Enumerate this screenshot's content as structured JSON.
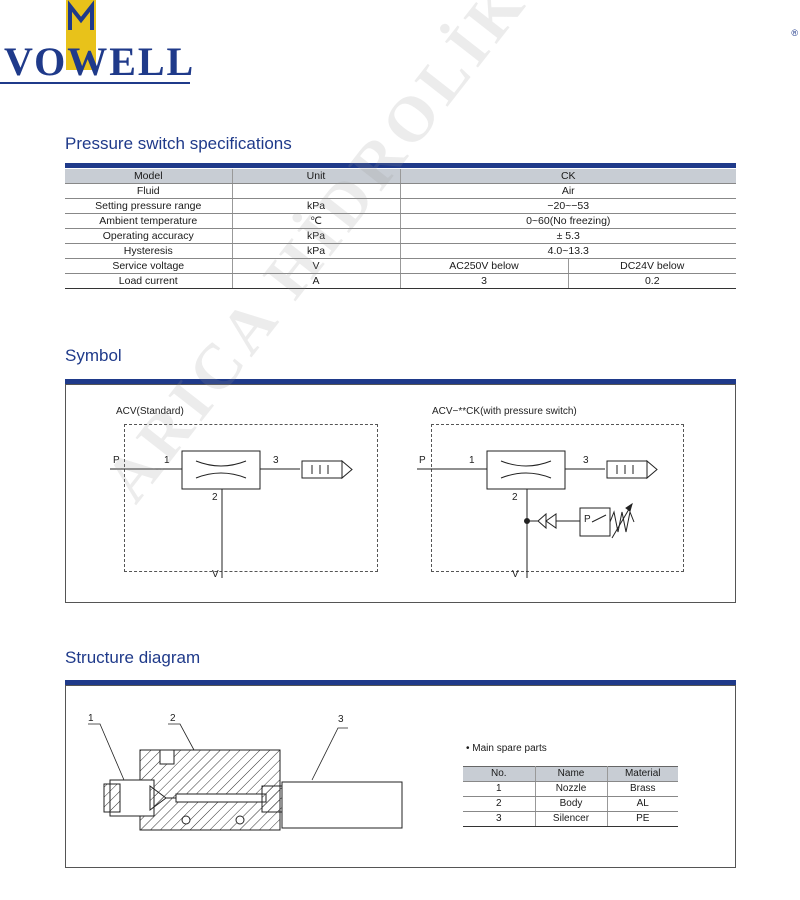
{
  "brand": {
    "logo_text": "VOWELL",
    "logo_mark": "M",
    "registered": "®",
    "accent_color": "#1f3a8a",
    "mark_color": "#e8c21a"
  },
  "sections": {
    "spec_title": "Pressure switch specifications",
    "symbol_title": "Symbol",
    "structure_title": "Structure diagram"
  },
  "spec_table": {
    "headers": [
      "Model",
      "Unit",
      "CK"
    ],
    "rows": [
      {
        "label": "Fluid",
        "unit": "",
        "value": "Air"
      },
      {
        "label": "Setting pressure range",
        "unit": "kPa",
        "value": "−20~−53"
      },
      {
        "label": "Ambient temperature",
        "unit": "℃",
        "value": "0~60(No freezing)"
      },
      {
        "label": "Operating accuracy",
        "unit": "kPa",
        "value": "± 5.3"
      },
      {
        "label": "Hysteresis",
        "unit": "kPa",
        "value": "4.0~13.3"
      },
      {
        "label": "Service voltage",
        "unit": "V",
        "value_a": "AC250V below",
        "value_b": "DC24V below"
      },
      {
        "label": "Load current",
        "unit": "A",
        "value_a": "3",
        "value_b": "0.2"
      }
    ]
  },
  "symbol": {
    "left_caption": "ACV(Standard)",
    "right_caption": "ACV−**CK(with pressure switch)",
    "port_p": "P",
    "port_v": "V",
    "port_1": "1",
    "port_2": "2",
    "port_3": "3",
    "switch_p": "P"
  },
  "structure": {
    "callouts": [
      "1",
      "2",
      "3"
    ],
    "parts_title": "• Main spare parts",
    "parts_headers": [
      "No.",
      "Name",
      "Material"
    ],
    "parts_rows": [
      {
        "no": "1",
        "name": "Nozzle",
        "material": "Brass"
      },
      {
        "no": "2",
        "name": "Body",
        "material": "AL"
      },
      {
        "no": "3",
        "name": "Silencer",
        "material": "PE"
      }
    ]
  },
  "watermark": "ARICA HİDROLİK"
}
